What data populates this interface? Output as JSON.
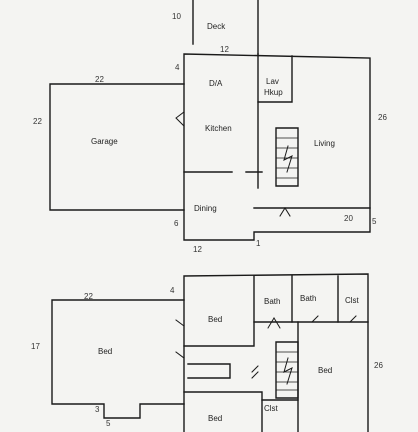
{
  "first_floor": {
    "rooms": {
      "deck": "Deck",
      "dining_area": "D/A",
      "lav": "Lav",
      "hkup": "Hkup",
      "kitchen": "Kitchen",
      "living": "Living",
      "garage": "Garage",
      "dining": "Dining"
    },
    "dimensions": {
      "deck_depth": "10",
      "deck_width": "12",
      "garage_offset": "4",
      "garage_width": "22",
      "garage_depth": "22",
      "living_depth": "26",
      "porch_width": "20",
      "porch_depth": "5",
      "dining_offset": "6",
      "dining_width": "12",
      "corner_mark": "1"
    }
  },
  "second_floor": {
    "rooms": {
      "bed_left": "Bed",
      "bed_center": "Bed",
      "bath_1": "Bath",
      "bath_2": "Bath",
      "closet_top": "Clst",
      "bed_right": "Bed",
      "bed_bottom": "Bed",
      "closet_bottom": "Clst"
    },
    "dimensions": {
      "top_width": "22",
      "top_offset": "4",
      "left_depth": "17",
      "right_depth": "26",
      "bump_depth": "3",
      "bump_width": "5"
    }
  }
}
